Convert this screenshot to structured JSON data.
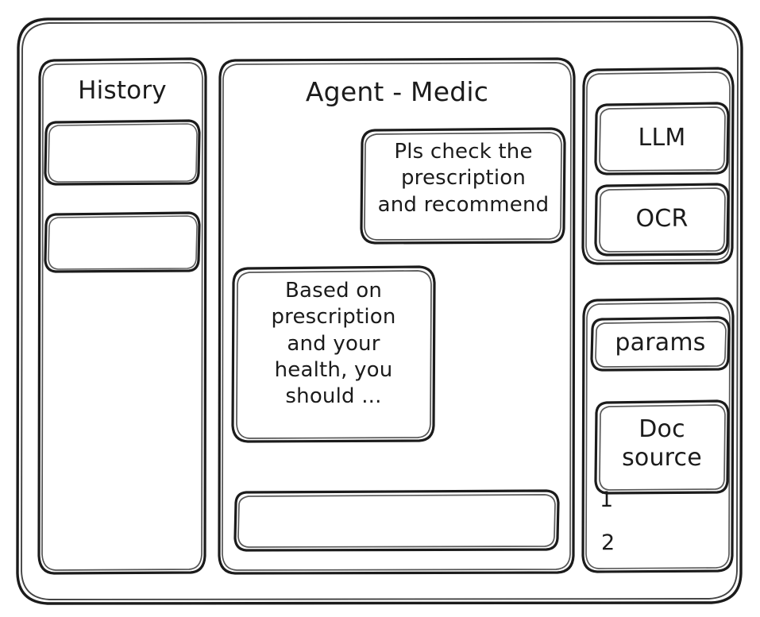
{
  "app": {
    "style": "hand-drawn-wireframe",
    "stroke_color": "#1b1b1b",
    "background_color": "#ffffff"
  },
  "sidebar": {
    "title": "History",
    "items": [
      {
        "label": ""
      },
      {
        "label": ""
      }
    ]
  },
  "main": {
    "title": "Agent - Medic",
    "messages": [
      {
        "role": "user",
        "text": "Pls check the\nprescription\nand recommend"
      },
      {
        "role": "assistant",
        "text": "Based on\nprescription\nand your\nhealth, you\nshould ..."
      }
    ],
    "composer": {
      "value": "",
      "placeholder": ""
    }
  },
  "tools_panel": {
    "groups": [
      {
        "items": [
          {
            "label": "LLM"
          },
          {
            "label": "OCR"
          }
        ]
      },
      {
        "items": [
          {
            "label": "params"
          },
          {
            "label": "Doc\nsource"
          }
        ]
      }
    ],
    "doc_source_list": [
      {
        "marker": "1"
      },
      {
        "marker": "2"
      }
    ]
  }
}
